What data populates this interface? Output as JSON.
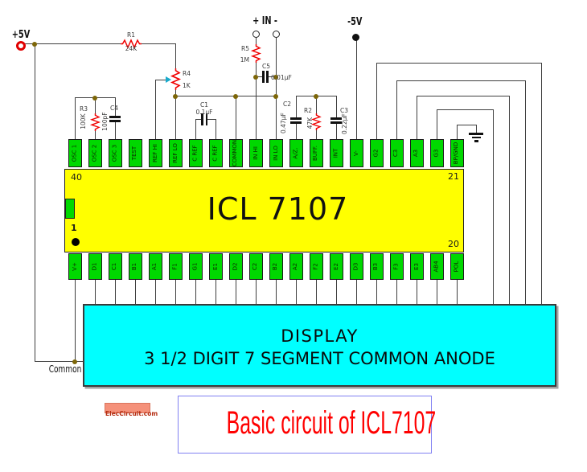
{
  "diagram_title": "Basic circuit of ICL7107",
  "watermark": "ElecCircuit.com",
  "ic": {
    "name": "ICL 7107",
    "pin_numbers": {
      "top_left": "40",
      "top_right": "21",
      "bottom_left": "1",
      "bottom_right": "20"
    },
    "top_pins": [
      "OSC 1",
      "OSC 2",
      "OSC 3",
      "TEST",
      "REF HI",
      "REF LO",
      "C REF",
      "C REF",
      "COMMON",
      "IN HI",
      "IN LO",
      "A/Z.",
      "BUFF.",
      "INT",
      "V-",
      "G2",
      "C3",
      "A3",
      "G3",
      "BP/GND"
    ],
    "bottom_pins": [
      "V+",
      "D1",
      "C1",
      "B1",
      "A1",
      "F1",
      "G1",
      "E1",
      "D2",
      "C2",
      "B2",
      "A2",
      "F2",
      "E2",
      "D3",
      "B3",
      "F3",
      "E3",
      "AB4",
      "POL"
    ]
  },
  "display": {
    "line1": "DISPLAY",
    "line2": "3 1/2 DIGIT 7 SEGMENT COMMON ANODE"
  },
  "terminals": {
    "positive_supply": "+5V",
    "negative_supply": "-5V",
    "input": "+ IN -",
    "common": "Common"
  },
  "components": {
    "r1": {
      "name": "R1",
      "value": "24K"
    },
    "r2": {
      "name": "R2",
      "value": "47K"
    },
    "r3": {
      "name": "R3",
      "value": "100K"
    },
    "r4": {
      "name": "R4",
      "value": "1K"
    },
    "r5": {
      "name": "R5",
      "value": "1M"
    },
    "c1": {
      "name": "C1",
      "value": "0.1μF"
    },
    "c2": {
      "name": "C2",
      "value": "0.47μF"
    },
    "c3": {
      "name": "C3",
      "value": "0.22μF"
    },
    "c4": {
      "name": "C4",
      "value": "100pF"
    },
    "c5": {
      "name": "C5",
      "value": "0.01μF"
    }
  },
  "colors": {
    "pin_green": "#00d800",
    "ic_yellow": "#ffff00",
    "display_cyan": "#00ffff",
    "wire": "#3f3f3f",
    "resistor_red": "#f00000",
    "title_red": "#ff0000",
    "title_border_blue": "#8181f2",
    "junction_dot": "#7d6608",
    "watermark_bg": "#f5917a"
  }
}
